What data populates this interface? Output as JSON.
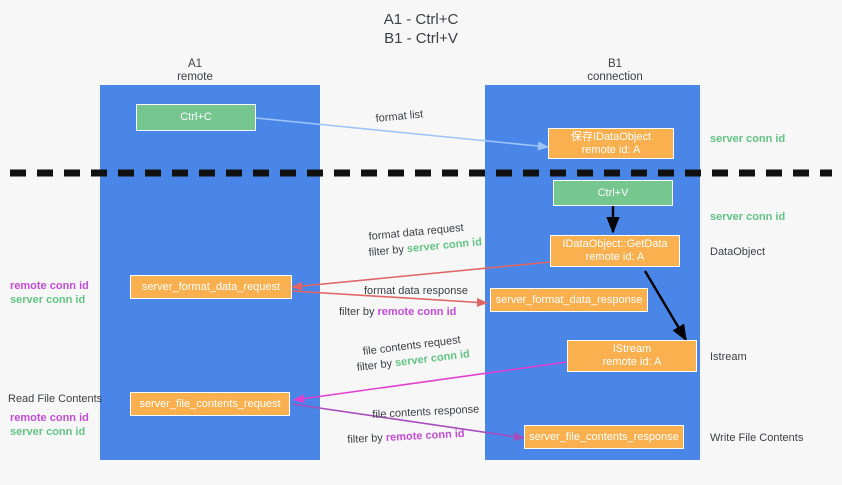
{
  "title_lines": [
    "A1 - Ctrl+C",
    "B1 - Ctrl+V"
  ],
  "colors": {
    "lane": "#4a86e8",
    "green_box": "#76c68f",
    "orange_box": "#fbb04f",
    "server_conn": "#63c384",
    "remote_conn": "#c34bd6",
    "text": "#3c4043",
    "arrow_blue": "#9fc5f8",
    "arrow_red": "#e06666",
    "arrow_magenta": "#e040d0",
    "arrow_purple": "#a64dbd",
    "arrow_black": "#000000",
    "background": "#f7f7f7"
  },
  "lanes": [
    {
      "id": "a1",
      "name": "A1",
      "sub": "remote"
    },
    {
      "id": "b1",
      "name": "B1",
      "sub": "connection"
    }
  ],
  "boxes": [
    {
      "id": "ctrl-c",
      "style": "green",
      "lines": "Ctrl+C"
    },
    {
      "id": "save-idataobject",
      "style": "orange",
      "lines": "保存IDataObject\nremote id: A"
    },
    {
      "id": "ctrl-v",
      "style": "green",
      "lines": "Ctrl+V"
    },
    {
      "id": "idataobject-getdata",
      "style": "orange",
      "lines": "IDataObject::GetData\nremote id: A"
    },
    {
      "id": "server-format-data-request",
      "style": "orange",
      "lines": "server_format_data_request"
    },
    {
      "id": "server-format-data-response",
      "style": "orange",
      "lines": "server_format_data_response"
    },
    {
      "id": "istream",
      "style": "orange",
      "lines": "IStream\nremote id: A"
    },
    {
      "id": "server-file-contents-request",
      "style": "orange",
      "lines": "server_file_contents_request"
    },
    {
      "id": "server-file-contents-response",
      "style": "orange",
      "lines": "server_file_contents_response"
    }
  ],
  "edge_labels": {
    "format_list": "format list",
    "format_data_request": "format data request",
    "format_data_request_filter_prefix": "filter by ",
    "format_data_request_filter_value": "server conn id",
    "format_data_response": "format data response",
    "format_data_response_filter_prefix": "filter by ",
    "format_data_response_filter_value": "remote conn id",
    "file_contents_request": "file contents request",
    "file_contents_request_filter_prefix": "filter by ",
    "file_contents_request_filter_value": "server conn id",
    "file_contents_response": "file contents response",
    "file_contents_response_filter_prefix": "filter by ",
    "file_contents_response_filter_value": "remote conn id"
  },
  "right_labels": {
    "server_conn_id_top": "server conn id",
    "server_conn_id_mid": "server conn id",
    "data_object": "DataObject",
    "istream": "Istream",
    "write_file_contents": "Write File Contents"
  },
  "left_labels": {
    "conn_pair_1_remote": "remote conn id",
    "conn_pair_1_server": "server conn id",
    "read_file_contents": "Read File Contents",
    "conn_pair_2_remote": "remote conn id",
    "conn_pair_2_server": "server conn id"
  }
}
